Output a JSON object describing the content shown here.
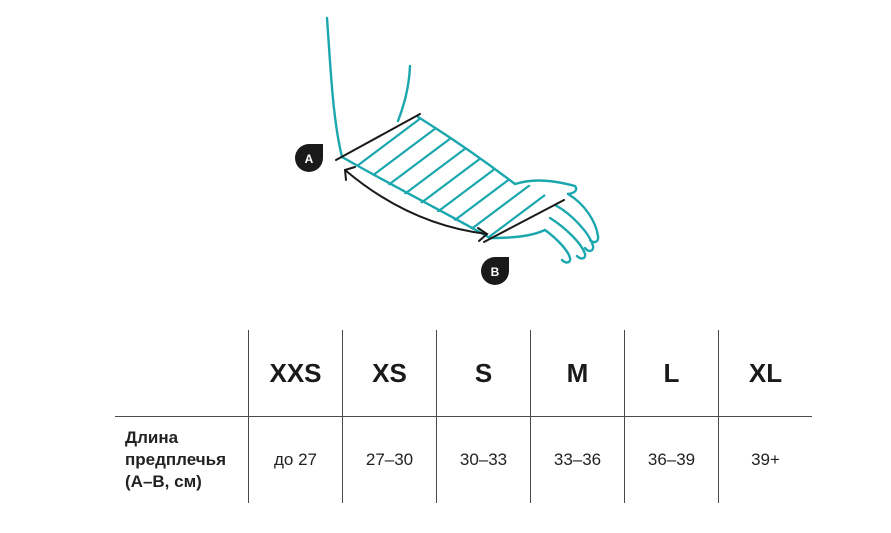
{
  "diagram": {
    "accent_color": "#1ba7ae",
    "ink_color": "#1a1a1a",
    "markers": [
      {
        "id": "A",
        "label": "A"
      },
      {
        "id": "B",
        "label": "B"
      }
    ],
    "icons": [
      "arm-outline-icon",
      "double-arrow-icon",
      "point-a-marker-icon",
      "point-b-marker-icon"
    ]
  },
  "size_table": {
    "sizes": [
      "XXS",
      "XS",
      "S",
      "M",
      "L",
      "XL"
    ],
    "row_label": "Длина\nпредплечья\n(А–В, см)",
    "values": [
      "до 27",
      "27–30",
      "30–33",
      "33–36",
      "36–39",
      "39+"
    ]
  }
}
